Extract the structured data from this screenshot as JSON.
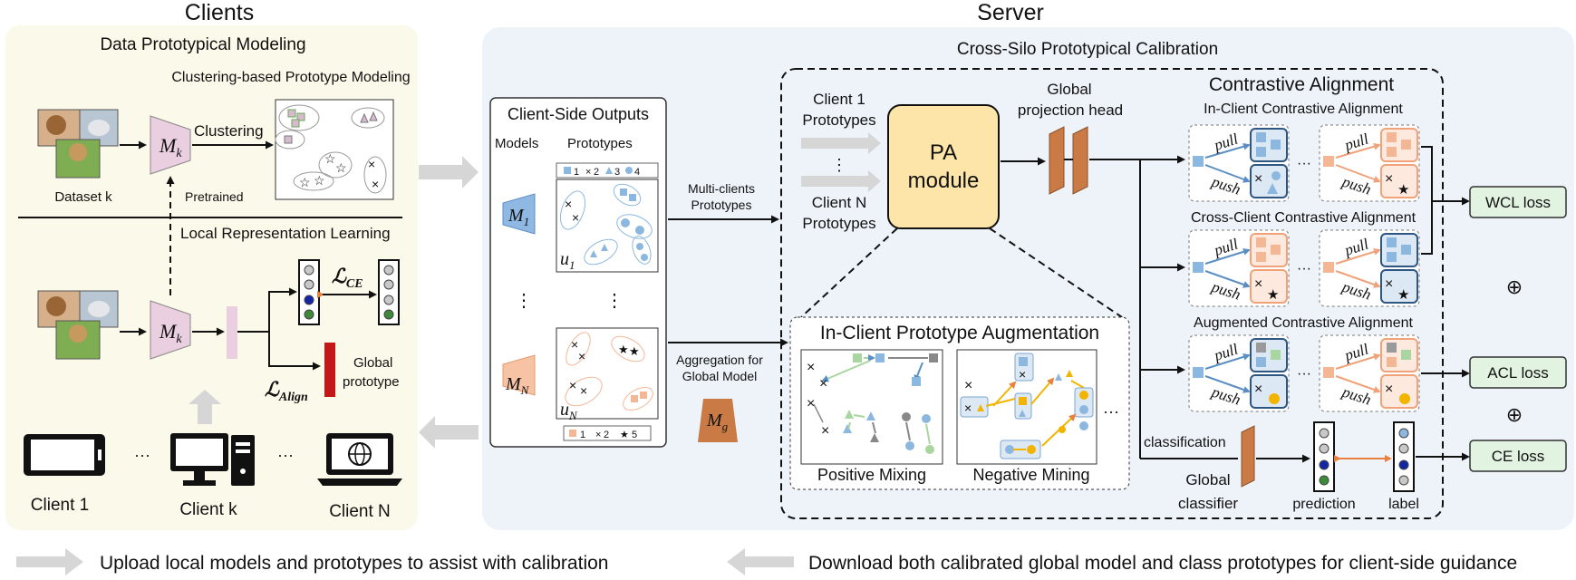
{
  "clients": {
    "heading": "Clients",
    "panel_title": "Data Prototypical Modeling",
    "clustering_title": "Clustering-based Prototype Modeling",
    "dataset_label": "Dataset k",
    "model_label": "M",
    "model_sub": "k",
    "clustering_label": "Clustering",
    "pretrained_label": "Pretrained",
    "local_title": "Local Representation Learning",
    "loss_ce": "ℒ",
    "loss_ce_sub": "CE",
    "loss_align": "ℒ",
    "loss_align_sub": "Align",
    "global_prototype": [
      "Global",
      "prototype"
    ],
    "devices": [
      {
        "label": "Client 1",
        "icon": "phone-icon"
      },
      {
        "label": "Client k",
        "icon": "desktop-computer-icon"
      },
      {
        "label": "Client N",
        "icon": "laptop-globe-icon"
      }
    ],
    "ellipsis": "···"
  },
  "server": {
    "heading": "Server",
    "panel_title": "Cross-Silo Prototypical Calibration",
    "outputs": {
      "title": "Client-Side Outputs",
      "models_label": "Models",
      "prototypes_label": "Prototypes",
      "model_1": "M",
      "model_1_sub": "1",
      "model_n": "M",
      "model_n_sub": "N",
      "u_1": "u",
      "u_1_sub": "1",
      "u_n": "u",
      "u_n_sub": "N",
      "legend_top": [
        "1",
        "2",
        "3",
        "4"
      ],
      "legend_bottom": [
        "1",
        "2",
        "5"
      ],
      "vdots": "⋮"
    },
    "multi_clients": [
      "Multi-clients",
      "Prototypes"
    ],
    "aggregation": [
      "Aggregation for",
      "Global Model"
    ],
    "global_model": "M",
    "global_model_sub": "g",
    "client_1_protos": [
      "Client 1",
      "Prototypes"
    ],
    "client_n_protos": [
      "Client N",
      "Prototypes"
    ],
    "vdots": "⋮",
    "pa_module": [
      "PA",
      "module"
    ],
    "projection_head": [
      "Global",
      "projection head"
    ],
    "augmentation": {
      "title": "In-Client Prototype Augmentation",
      "positive": "Positive Mixing",
      "negative": "Negative Mining",
      "ellipsis": "···"
    },
    "contrastive": {
      "title": "Contrastive Alignment",
      "in_client": "In-Client Contrastive Alignment",
      "cross_client": "Cross-Client Contrastive Alignment",
      "augmented": "Augmented Contrastive Alignment",
      "pull": "pull",
      "push": "push",
      "ellipsis": "···"
    },
    "classification_label": "classification",
    "global_classifier": [
      "Global",
      "classifier"
    ],
    "prediction_label": "prediction",
    "label_label": "label",
    "losses": {
      "wcl": "WCL loss",
      "acl": "ACL loss",
      "ce": "CE loss",
      "oplus": "⊕"
    }
  },
  "footer": {
    "upload": "Upload local models and prototypes to assist with calibration",
    "download": "Download both calibrated global model and class prototypes for client-side guidance"
  },
  "colors": {
    "client_bg": "#fbf9ea",
    "server_bg": "#eef3fa",
    "model_pink": "#e9cfe0",
    "model_blue": "#8fb8e2",
    "model_orange": "#f6c3a4",
    "proj_brown": "#c97a45",
    "pa_fill": "#fde4a8",
    "loss_fill": "#e2f3e1",
    "blue_proto": "#8cb8e0",
    "orange_proto": "#f4b796",
    "red_bar": "#c41818",
    "gray_arrow": "#d6d6d6"
  }
}
